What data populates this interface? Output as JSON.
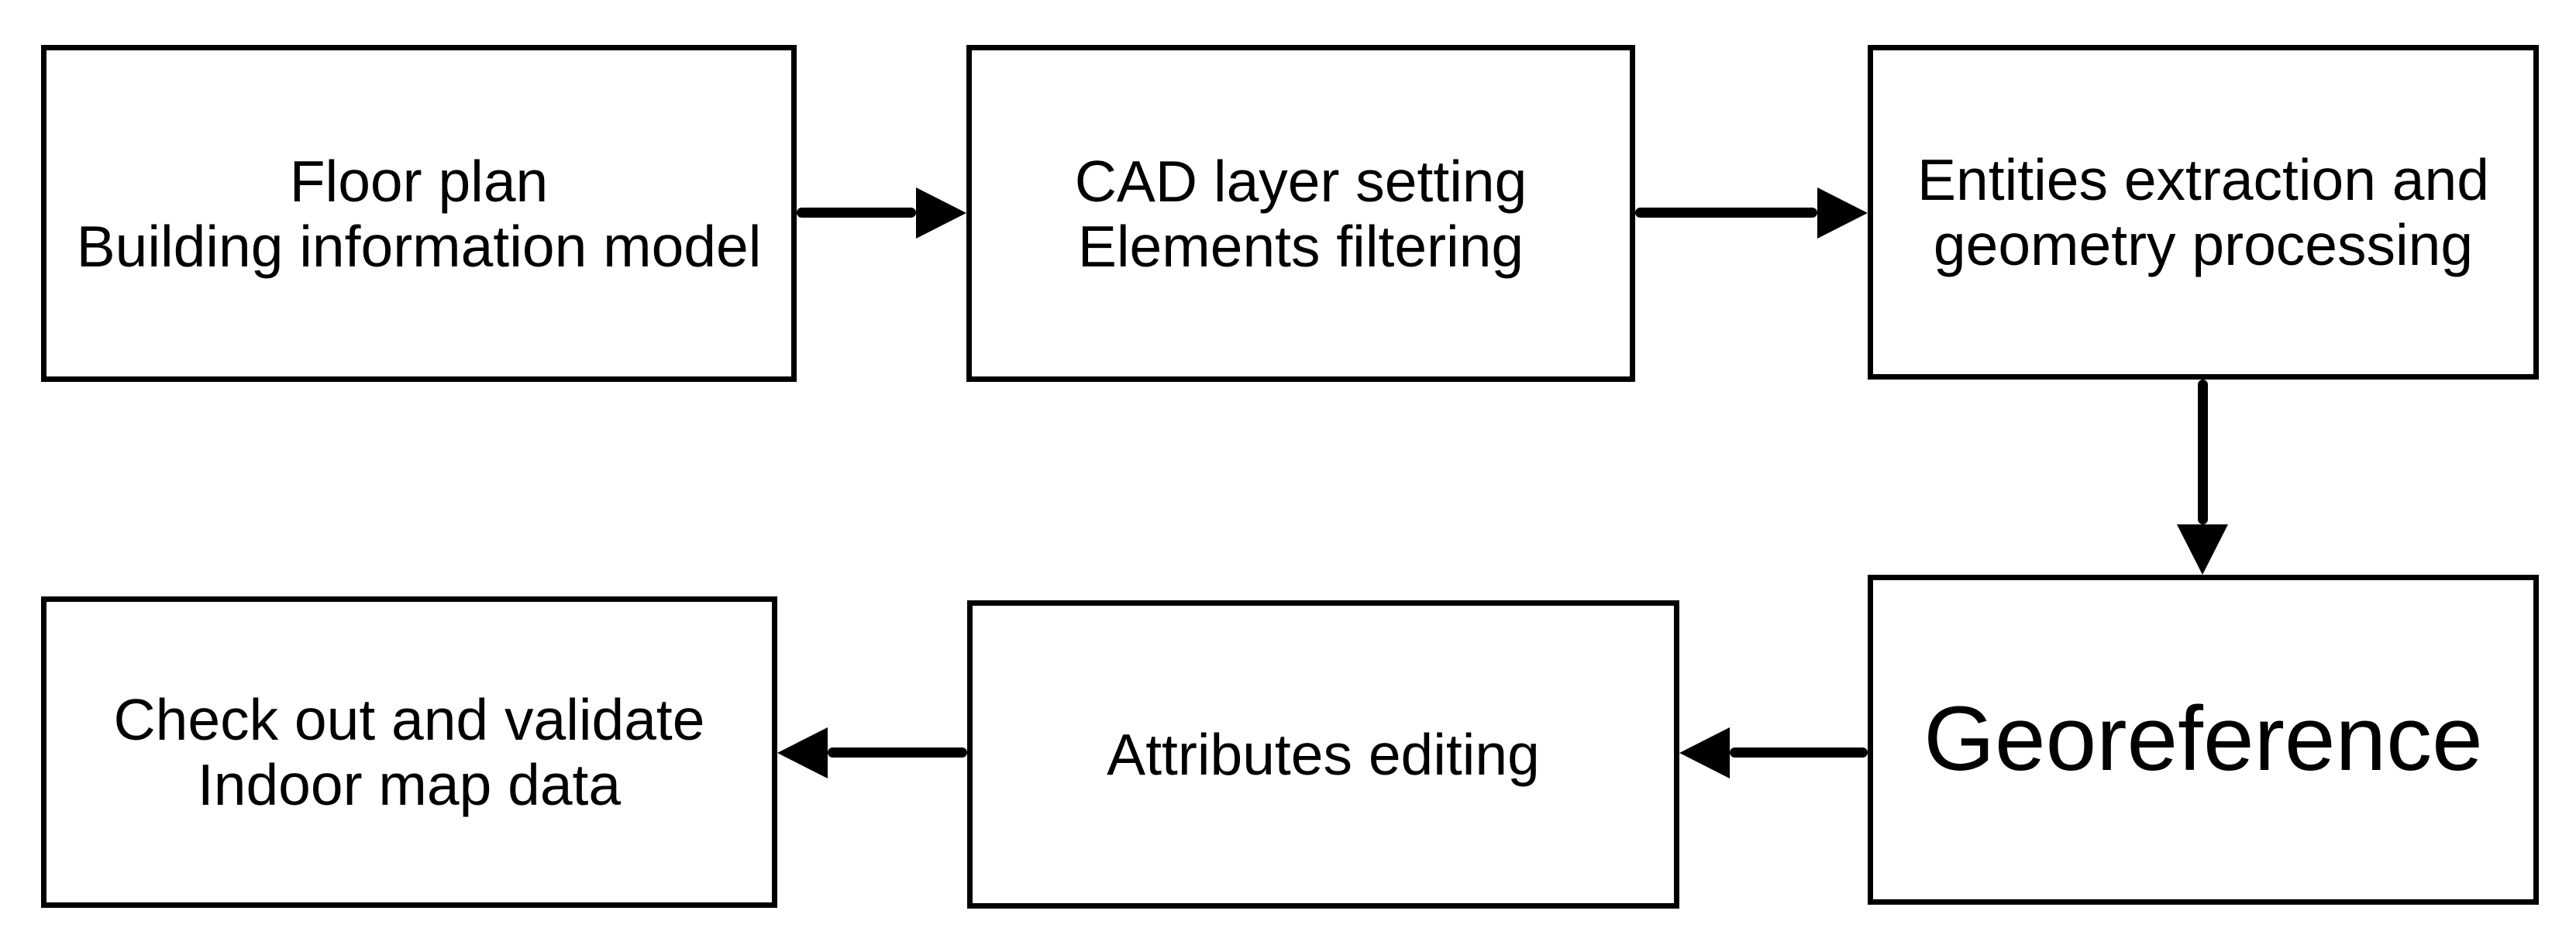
{
  "diagram": {
    "type": "flowchart",
    "colors": {
      "stroke": "#000000",
      "background": "#ffffff"
    },
    "nodes": [
      {
        "id": "floor-plan-bim",
        "lines": [
          "Floor plan",
          "Building information model"
        ]
      },
      {
        "id": "cad-layer-setting",
        "lines": [
          "CAD layer setting",
          "Elements filtering"
        ]
      },
      {
        "id": "entities-extraction",
        "lines": [
          "Entities extraction and",
          "geometry processing"
        ]
      },
      {
        "id": "georeference",
        "lines": [
          "Georeference"
        ]
      },
      {
        "id": "attributes-editing",
        "lines": [
          "Attributes editing"
        ]
      },
      {
        "id": "check-out-validate",
        "lines": [
          "Check out and validate",
          "Indoor map data"
        ]
      }
    ],
    "edges": [
      {
        "from": "floor-plan-bim",
        "to": "cad-layer-setting",
        "direction": "right"
      },
      {
        "from": "cad-layer-setting",
        "to": "entities-extraction",
        "direction": "right"
      },
      {
        "from": "entities-extraction",
        "to": "georeference",
        "direction": "down"
      },
      {
        "from": "georeference",
        "to": "attributes-editing",
        "direction": "left"
      },
      {
        "from": "attributes-editing",
        "to": "check-out-validate",
        "direction": "left"
      }
    ]
  }
}
